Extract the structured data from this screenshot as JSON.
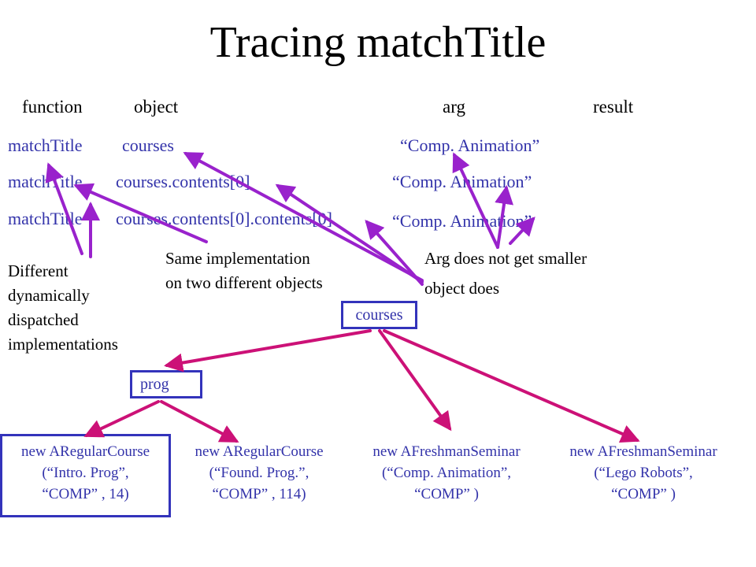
{
  "title": "Tracing matchTitle",
  "headers": {
    "function": "function",
    "object": "object",
    "arg": "arg",
    "result": "result"
  },
  "rows": [
    {
      "function": "matchTitle",
      "object": "courses",
      "arg": "“Comp. Animation”"
    },
    {
      "function": "matchTitle",
      "object": "courses.contents[0]",
      "arg": "“Comp. Animation”"
    },
    {
      "function": "matchTitle",
      "object": "courses.contents[0].contents[0]",
      "arg": "“Comp. Animation”"
    }
  ],
  "notes": {
    "dispatch": [
      "Different",
      "dynamically",
      "dispatched",
      "implementations"
    ],
    "same_impl": [
      "Same implementation",
      "on two different objects"
    ],
    "arg_smaller": "Arg does not get smaller",
    "object_does": "object does"
  },
  "tree": {
    "root": "courses",
    "group": "prog",
    "leaves": [
      {
        "lines": [
          "new ARegularCourse",
          "(“Intro. Prog”,",
          "“COMP” , 14)"
        ]
      },
      {
        "lines": [
          "new ARegularCourse",
          "(“Found. Prog.”,",
          "“COMP” , 114)"
        ]
      },
      {
        "lines": [
          "new AFreshmanSeminar",
          "(“Comp. Animation”,",
          "“COMP” )"
        ]
      },
      {
        "lines": [
          "new AFreshmanSeminar",
          "(“Lego Robots”,",
          "“COMP” )"
        ]
      }
    ]
  },
  "colors": {
    "purple_arrow": "#9922cc",
    "magenta_arrow": "#cc1177",
    "blue_text": "#3333aa"
  }
}
